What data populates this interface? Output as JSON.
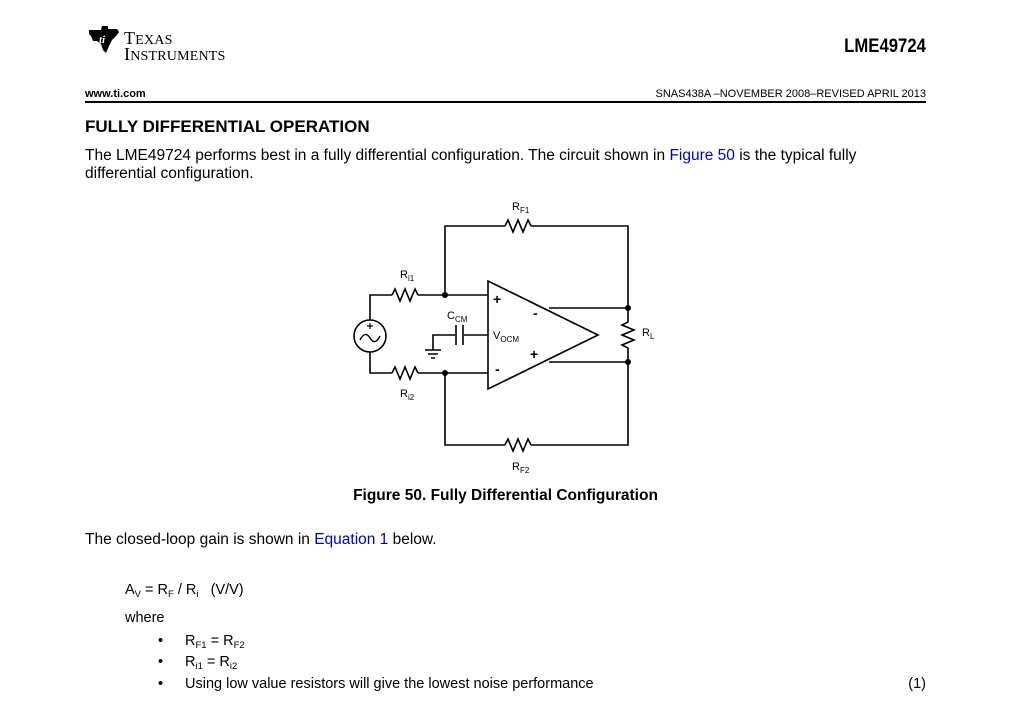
{
  "header": {
    "logo_line1_cap": "T",
    "logo_line1_rest": "EXAS",
    "logo_line2_cap": "I",
    "logo_line2_rest": "NSTRUMENTS",
    "part_number": "LME49724",
    "url": "www.ti.com",
    "doc_id": "SNAS438A –NOVEMBER 2008–REVISED APRIL 2013"
  },
  "section": {
    "title": "FULLY DIFFERENTIAL OPERATION",
    "intro_before": "The LME49724 performs best in a fully differential configuration. The circuit shown in ",
    "intro_link": "Figure 50",
    "intro_after": " is the typical fully differential configuration."
  },
  "schematic": {
    "rf1": {
      "main": "R",
      "sub": "F1"
    },
    "rf2": {
      "main": "R",
      "sub": "F2"
    },
    "ri1": {
      "main": "R",
      "sub": "i1"
    },
    "ri2": {
      "main": "R",
      "sub": "i2"
    },
    "ccm": {
      "main": "C",
      "sub": "CM"
    },
    "vocm": {
      "main": "V",
      "sub": "OCM"
    },
    "rl": {
      "main": "R",
      "sub": "L"
    },
    "plus": "+",
    "minus": "-"
  },
  "figure": {
    "caption": "Figure 50.  Fully Differential Configuration"
  },
  "gain": {
    "before": "The closed-loop gain is shown in ",
    "link": "Equation 1",
    "after": " below."
  },
  "equation": {
    "av": "A",
    "av_sub": "V",
    "eq": " = R",
    "rf_sub": "F",
    "slash": " / R",
    "ri_sub": "i",
    "units": "(V/V)",
    "where": "where",
    "number": "(1)"
  },
  "bullets": [
    {
      "symbol": "•",
      "a": "R",
      "a_sub": "F1",
      "mid": " = R",
      "b_sub": "F2"
    },
    {
      "symbol": "•",
      "a": "R",
      "a_sub": "i1",
      "mid": " = R",
      "b_sub": "i2"
    },
    {
      "symbol": "•",
      "text": "Using low value resistors will give the lowest noise performance"
    }
  ]
}
